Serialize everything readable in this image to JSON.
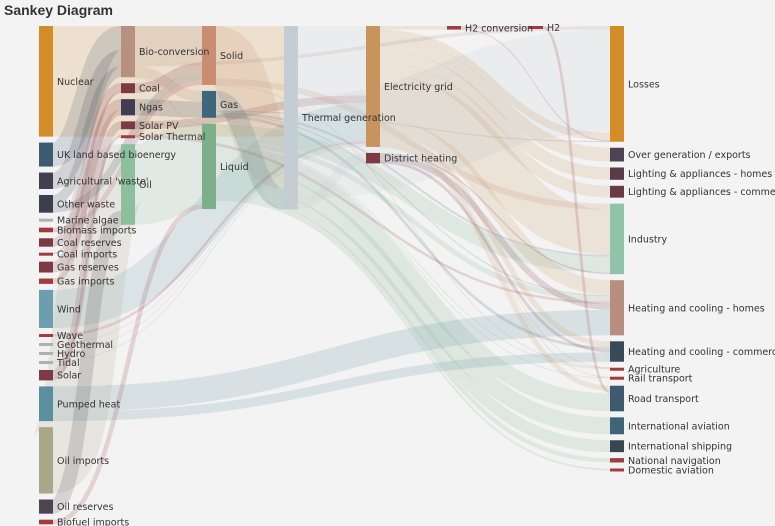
{
  "chart_data": {
    "type": "sankey",
    "title": "Sankey Diagram",
    "nodes": [
      {
        "name": "Nuclear",
        "color": "#d48c27"
      },
      {
        "name": "UK land based bioenergy",
        "color": "#3d5b6e"
      },
      {
        "name": "Agricultural 'waste'",
        "color": "#433e50"
      },
      {
        "name": "Other waste",
        "color": "#3a3e4d"
      },
      {
        "name": "Marine algae",
        "color": "#b0b0b0"
      },
      {
        "name": "Biomass imports",
        "color": "#a33a3e"
      },
      {
        "name": "Coal reserves",
        "color": "#7b3a44"
      },
      {
        "name": "Coal imports",
        "color": "#a33a3e"
      },
      {
        "name": "Gas reserves",
        "color": "#7b3a44"
      },
      {
        "name": "Gas imports",
        "color": "#a33a3e"
      },
      {
        "name": "Wind",
        "color": "#6b9fb0"
      },
      {
        "name": "Wave",
        "color": "#a33a3e"
      },
      {
        "name": "Geothermal",
        "color": "#b0b0b0"
      },
      {
        "name": "Hydro",
        "color": "#b0b0b0"
      },
      {
        "name": "Tidal",
        "color": "#b0b0b0"
      },
      {
        "name": "Solar",
        "color": "#7b3a44"
      },
      {
        "name": "Pumped heat",
        "color": "#5b8fa0"
      },
      {
        "name": "Oil imports",
        "color": "#aaa68a"
      },
      {
        "name": "Oil reserves",
        "color": "#4e4350"
      },
      {
        "name": "Biofuel imports",
        "color": "#a33a3e"
      },
      {
        "name": "Bio-conversion",
        "color": "#b89080"
      },
      {
        "name": "Coal",
        "color": "#7b3a44"
      },
      {
        "name": "Ngas",
        "color": "#3f3c54"
      },
      {
        "name": "Solar PV",
        "color": "#7b3a44"
      },
      {
        "name": "Solar Thermal",
        "color": "#a33a3e"
      },
      {
        "name": "Oil",
        "color": "#8cbf9c"
      },
      {
        "name": "Solid",
        "color": "#c98e72"
      },
      {
        "name": "Gas",
        "color": "#3e6879"
      },
      {
        "name": "Liquid",
        "color": "#7daf8a"
      },
      {
        "name": "Thermal generation",
        "color": "#c4cdd3"
      },
      {
        "name": "Electricity grid",
        "color": "#c8945e"
      },
      {
        "name": "District heating",
        "color": "#7b3a44"
      },
      {
        "name": "H2 conversion",
        "color": "#a33a3e"
      },
      {
        "name": "H2",
        "color": "#a33a3e"
      },
      {
        "name": "Losses",
        "color": "#d48c27"
      },
      {
        "name": "Over generation / exports",
        "color": "#4e4350"
      },
      {
        "name": "Lighting & appliances - homes",
        "color": "#5a3a48"
      },
      {
        "name": "Lighting & appliances - commercial",
        "color": "#6a3a46"
      },
      {
        "name": "Industry",
        "color": "#8fc4a8"
      },
      {
        "name": "Heating and cooling - homes",
        "color": "#b88e7e"
      },
      {
        "name": "Heating and cooling - commercial",
        "color": "#3a4958"
      },
      {
        "name": "Agriculture",
        "color": "#a33a3e"
      },
      {
        "name": "Rail transport",
        "color": "#a33a3e"
      },
      {
        "name": "Road transport",
        "color": "#3e5a6e"
      },
      {
        "name": "International aviation",
        "color": "#3d6478"
      },
      {
        "name": "International shipping",
        "color": "#3a4553"
      },
      {
        "name": "National navigation",
        "color": "#a33a3e"
      },
      {
        "name": "Domestic aviation",
        "color": "#a33a3e"
      }
    ],
    "links": [
      {
        "source": "Nuclear",
        "target": "Thermal generation",
        "value": 839.978
      },
      {
        "source": "UK land based bioenergy",
        "target": "Bio-conversion",
        "value": 182.01
      },
      {
        "source": "Agricultural 'waste'",
        "target": "Bio-conversion",
        "value": 124.729
      },
      {
        "source": "Other waste",
        "target": "Bio-conversion",
        "value": 77.81
      },
      {
        "source": "Other waste",
        "target": "Solid",
        "value": 56.587
      },
      {
        "source": "Marine algae",
        "target": "Bio-conversion",
        "value": 4.375
      },
      {
        "source": "Biomass imports",
        "target": "Solid",
        "value": 35
      },
      {
        "source": "Coal reserves",
        "target": "Coal",
        "value": 63.965
      },
      {
        "source": "Coal imports",
        "target": "Coal",
        "value": 11.606
      },
      {
        "source": "Gas reserves",
        "target": "Ngas",
        "value": 82.233
      },
      {
        "source": "Gas imports",
        "target": "Ngas",
        "value": 40.719
      },
      {
        "source": "Wind",
        "target": "Electricity grid",
        "value": 289.366
      },
      {
        "source": "Wave",
        "target": "Electricity grid",
        "value": 19.013
      },
      {
        "source": "Geothermal",
        "target": "Electricity grid",
        "value": 7.013
      },
      {
        "source": "Hydro",
        "target": "Electricity grid",
        "value": 6.995
      },
      {
        "source": "Tidal",
        "target": "Electricity grid",
        "value": 9.452
      },
      {
        "source": "Solar",
        "target": "Solar PV",
        "value": 59.901
      },
      {
        "source": "Solar",
        "target": "Solar Thermal",
        "value": 19.263
      },
      {
        "source": "Pumped heat",
        "target": "Heating and cooling - homes",
        "value": 193.026
      },
      {
        "source": "Pumped heat",
        "target": "Heating and cooling - commercial",
        "value": 70.672
      },
      {
        "source": "Oil imports",
        "target": "Oil",
        "value": 504.287
      },
      {
        "source": "Oil reserves",
        "target": "Oil",
        "value": 107.703
      },
      {
        "source": "Biofuel imports",
        "target": "Liquid",
        "value": 35
      },
      {
        "source": "Bio-conversion",
        "target": "Solid",
        "value": 280.322
      },
      {
        "source": "Bio-conversion",
        "target": "Gas",
        "value": 81.144
      },
      {
        "source": "Bio-conversion",
        "target": "Liquid",
        "value": 0.597
      },
      {
        "source": "Bio-conversion",
        "target": "Losses",
        "value": 26.862
      },
      {
        "source": "Coal",
        "target": "Solid",
        "value": 75.571
      },
      {
        "source": "Ngas",
        "target": "Gas",
        "value": 122.952
      },
      {
        "source": "Solar PV",
        "target": "Electricity grid",
        "value": 59.901
      },
      {
        "source": "Solar Thermal",
        "target": "Heating and cooling - homes",
        "value": 19.263
      },
      {
        "source": "Oil",
        "target": "Liquid",
        "value": 611.99
      },
      {
        "source": "Solid",
        "target": "Thermal generation",
        "value": 400.12
      },
      {
        "source": "Solid",
        "target": "Industry",
        "value": 46.477
      },
      {
        "source": "Solid",
        "target": "Agriculture",
        "value": 0.882
      },
      {
        "source": "Gas",
        "target": "Thermal generation",
        "value": 151.891
      },
      {
        "source": "Gas",
        "target": "Industry",
        "value": 15.435
      },
      {
        "source": "Gas",
        "target": "Heating and cooling - homes",
        "value": 7.68
      },
      {
        "source": "Gas",
        "target": "Heating and cooling - commercial",
        "value": 20.897
      },
      {
        "source": "Gas",
        "target": "Losses",
        "value": 2.2
      },
      {
        "source": "Liquid",
        "target": "Industry",
        "value": 121.066
      },
      {
        "source": "Liquid",
        "target": "Road transport",
        "value": 135.835
      },
      {
        "source": "Liquid",
        "target": "International aviation",
        "value": 128.69
      },
      {
        "source": "Liquid",
        "target": "International shipping",
        "value": 90.008
      },
      {
        "source": "Liquid",
        "target": "National navigation",
        "value": 33.218
      },
      {
        "source": "Liquid",
        "target": "Domestic aviation",
        "value": 14.458
      },
      {
        "source": "Liquid",
        "target": "Agriculture",
        "value": 4.1
      },
      {
        "source": "Liquid",
        "target": "Rail transport",
        "value": 4.4
      },
      {
        "source": "Liquid",
        "target": "Heating and cooling - homes",
        "value": 38.8
      },
      {
        "source": "Liquid",
        "target": "Thermal generation",
        "value": 1.5
      },
      {
        "source": "Thermal generation",
        "target": "Electricity grid",
        "value": 525.531
      },
      {
        "source": "Thermal generation",
        "target": "Losses",
        "value": 787.129
      },
      {
        "source": "Thermal generation",
        "target": "District heating",
        "value": 79.329
      },
      {
        "source": "Electricity grid",
        "target": "Over generation / exports",
        "value": 104.453
      },
      {
        "source": "Electricity grid",
        "target": "Heating and cooling - homes",
        "value": 113.726
      },
      {
        "source": "Electricity grid",
        "target": "H2 conversion",
        "value": 27.14
      },
      {
        "source": "Electricity grid",
        "target": "Industry",
        "value": 342.165
      },
      {
        "source": "Electricity grid",
        "target": "Road transport",
        "value": 37.797
      },
      {
        "source": "Electricity grid",
        "target": "Agriculture",
        "value": 4.412
      },
      {
        "source": "Electricity grid",
        "target": "Heating and cooling - commercial",
        "value": 40.858
      },
      {
        "source": "Electricity grid",
        "target": "Losses",
        "value": 56.691
      },
      {
        "source": "Electricity grid",
        "target": "Rail transport",
        "value": 7.863
      },
      {
        "source": "Electricity grid",
        "target": "Lighting & appliances - commercial",
        "value": 90.008
      },
      {
        "source": "Electricity grid",
        "target": "Lighting & appliances - homes",
        "value": 93.494
      },
      {
        "source": "District heating",
        "target": "Industry",
        "value": 10.639
      },
      {
        "source": "District heating",
        "target": "Heating and cooling - commercial",
        "value": 22.505
      },
      {
        "source": "District heating",
        "target": "Heating and cooling - homes",
        "value": 46.184
      },
      {
        "source": "H2 conversion",
        "target": "H2",
        "value": 20.897
      },
      {
        "source": "H2 conversion",
        "target": "Losses",
        "value": 6.242
      },
      {
        "source": "H2",
        "target": "Road transport",
        "value": 20.897
      }
    ]
  }
}
